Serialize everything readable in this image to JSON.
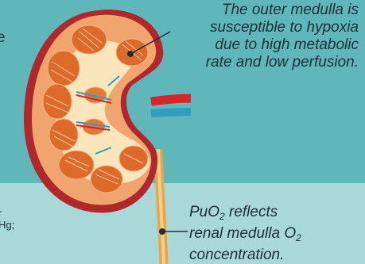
{
  "colors": {
    "background_top": "#5fb7b9",
    "background_bottom": "#a9d8d9",
    "kidney_cortex": "#f0a56e",
    "kidney_capsule": "#b0282c",
    "pyramid": "#dd6a2a",
    "medulla_fill": "#fbe5bb",
    "artery": "#d6262b",
    "vein": "#2f9ec0",
    "ureter": "#e8a64a",
    "text": "#1d2f3a"
  },
  "callouts": {
    "top": {
      "line1": "The outer medulla is",
      "line2": "susceptible to hypoxia",
      "line3": "due to high metabolic",
      "line4": "rate and low perfusion."
    },
    "bottom": {
      "line1_prefix": "PuO",
      "line1_sub": "2",
      "line1_suffix": " reflects",
      "line2_prefix": "renal medulla O",
      "line2_sub": "2",
      "line3": "concentration."
    }
  },
  "cropped_text": {
    "left_top": "e",
    "left_bottom_1": "r",
    "left_bottom_2": "Hg;"
  }
}
